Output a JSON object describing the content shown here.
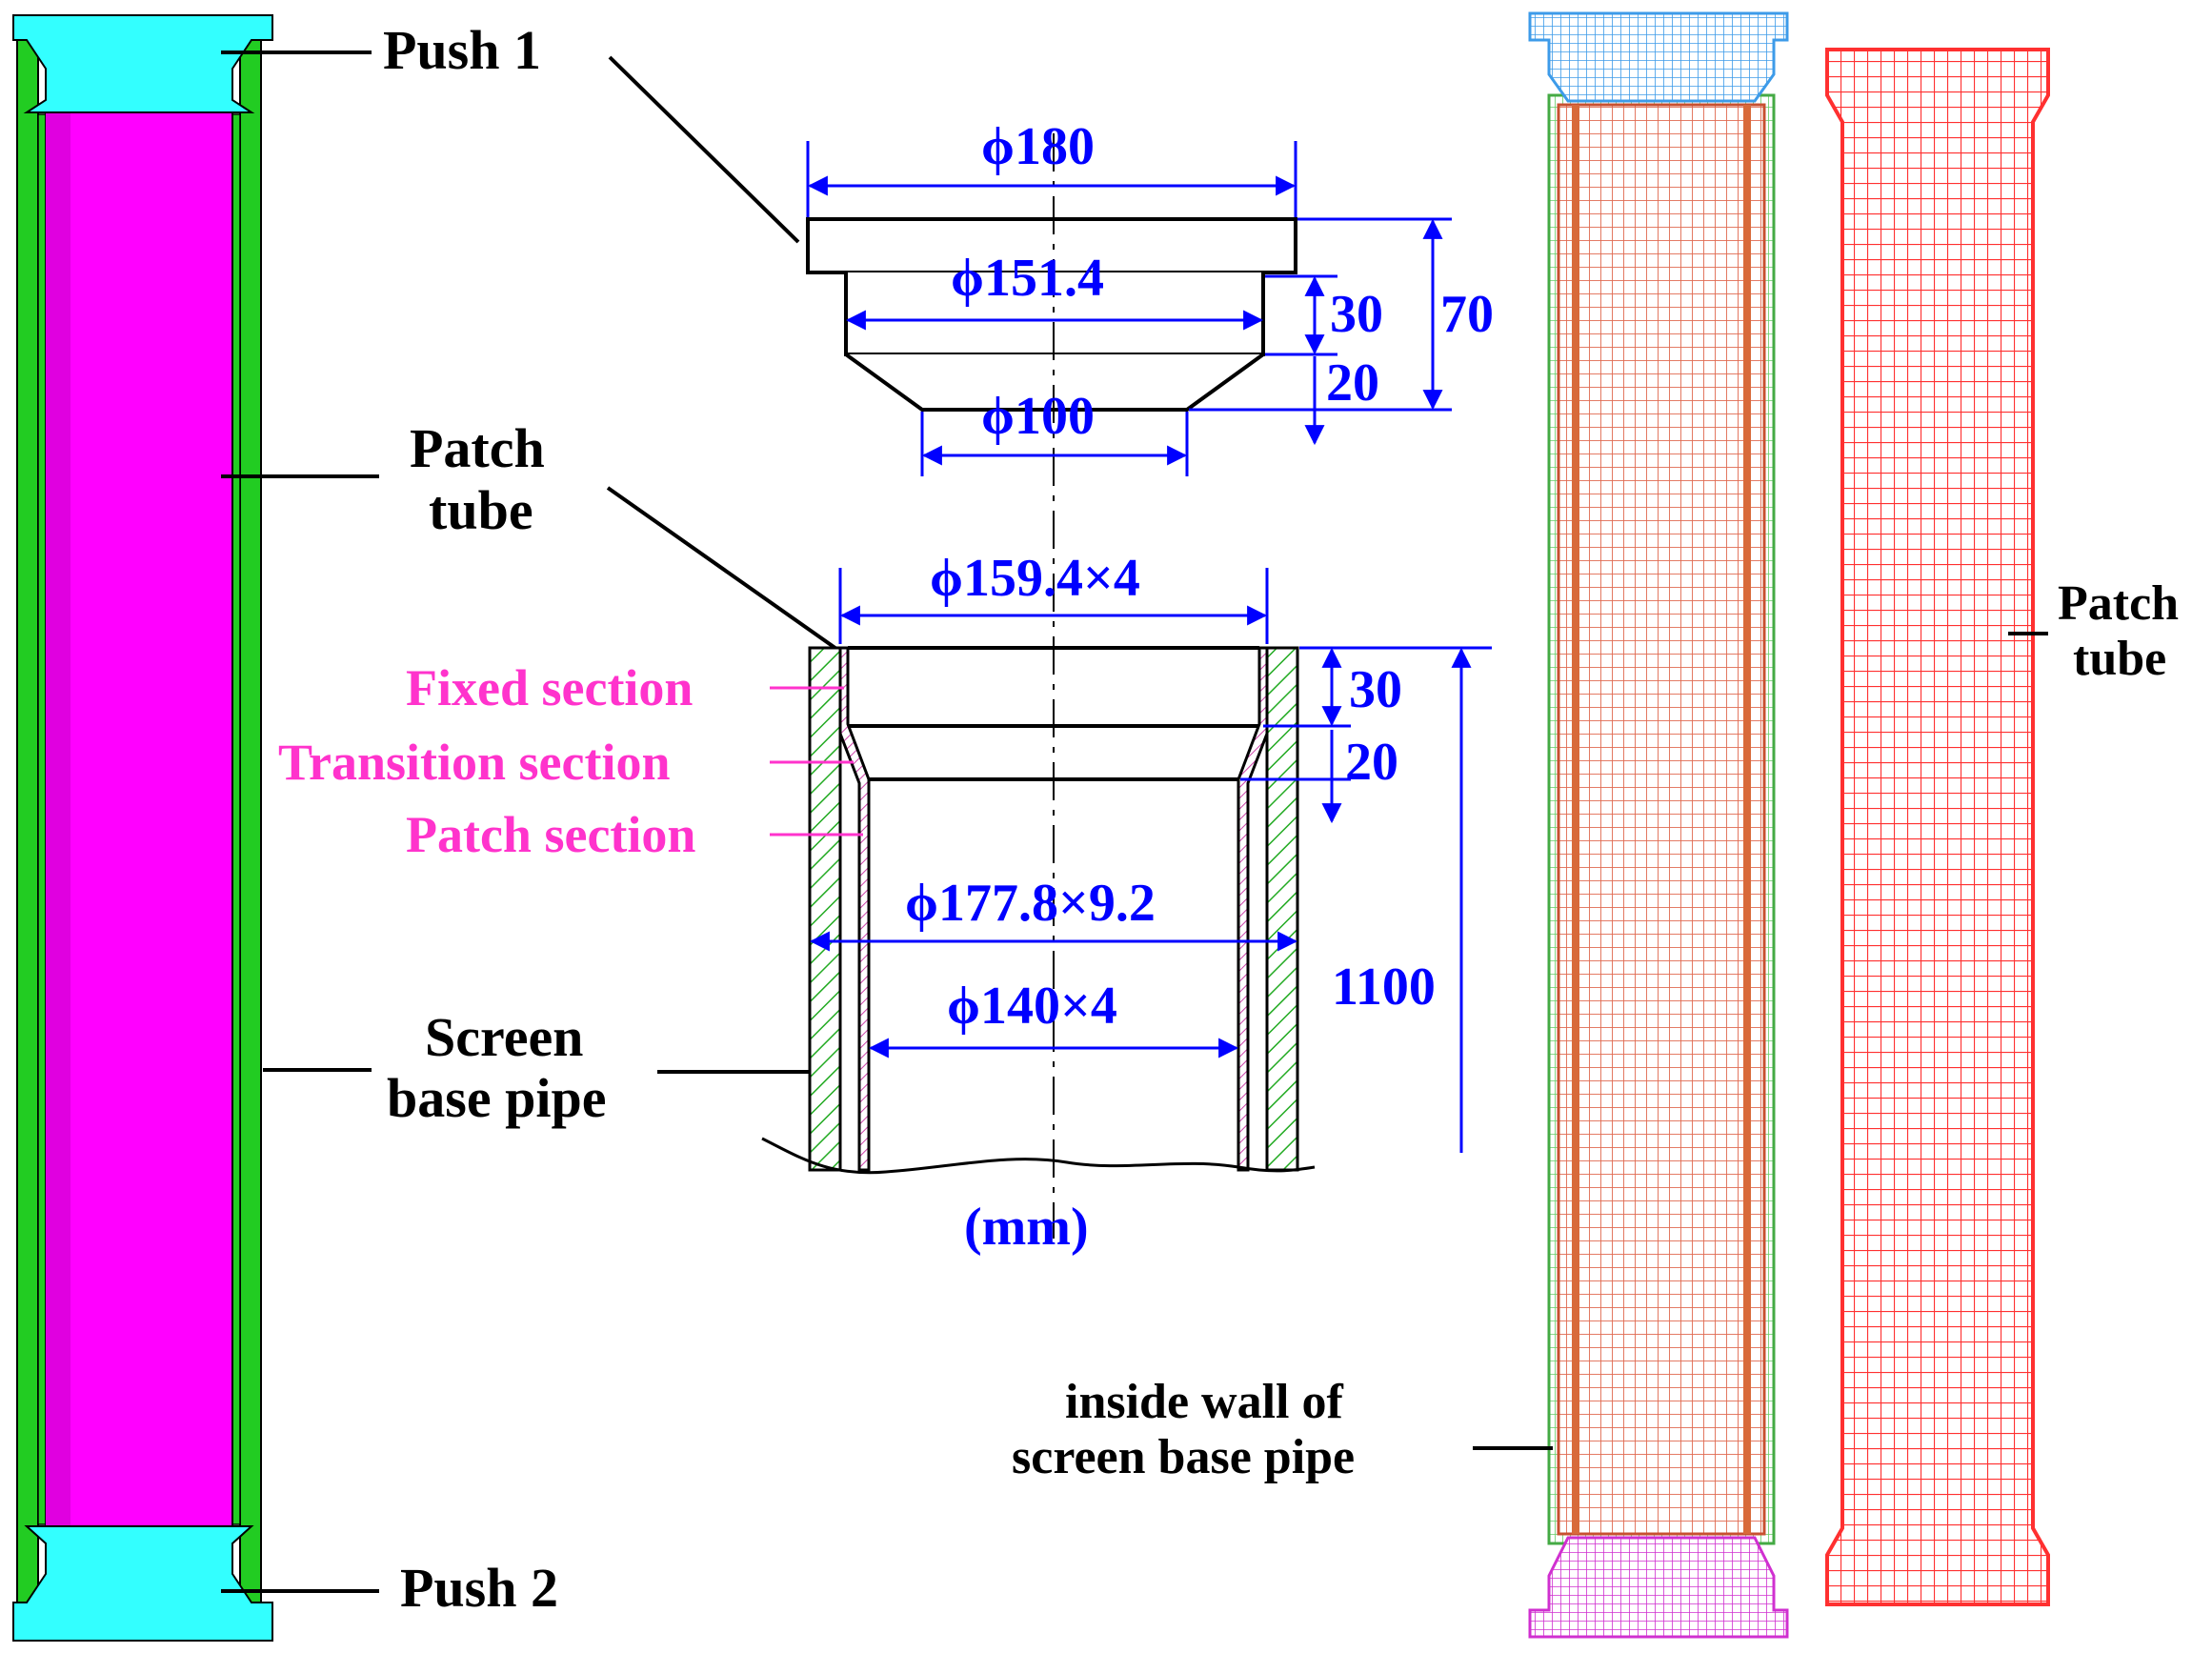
{
  "labels": {
    "push1": "Push 1",
    "push2": "Push 2",
    "patch_tube_left_1": "Patch",
    "patch_tube_left_2": "tube",
    "screen_base_1": "Screen",
    "screen_base_2": "base pipe",
    "patch_tube_right_1": "Patch",
    "patch_tube_right_2": "tube",
    "inside_wall_1": "inside wall of",
    "inside_wall_2": "screen base pipe"
  },
  "sections": {
    "fixed": "Fixed section",
    "transition": "Transition section",
    "patch": "Patch section"
  },
  "dimensions": {
    "d180": "ϕ180",
    "d151": "ϕ151.4",
    "d100": "ϕ100",
    "h30_top": "30",
    "h20_top": "20",
    "h70": "70",
    "d159": "ϕ159.4×4",
    "h30_bot": "30",
    "h20_bot": "20",
    "d177": "ϕ177.8×9.2",
    "d140": "ϕ140×4",
    "h1100": "1100",
    "unit": "(mm)"
  },
  "colors": {
    "push": "#33ffff",
    "patch_tube": "#ff00ff",
    "screen_pipe": "#22cc22",
    "dimension": "#0000ff",
    "section_label": "#ff33cc",
    "mesh_patch": "#ff3030",
    "mesh_push1": "#4da6ff",
    "mesh_push2": "#e040e0"
  }
}
